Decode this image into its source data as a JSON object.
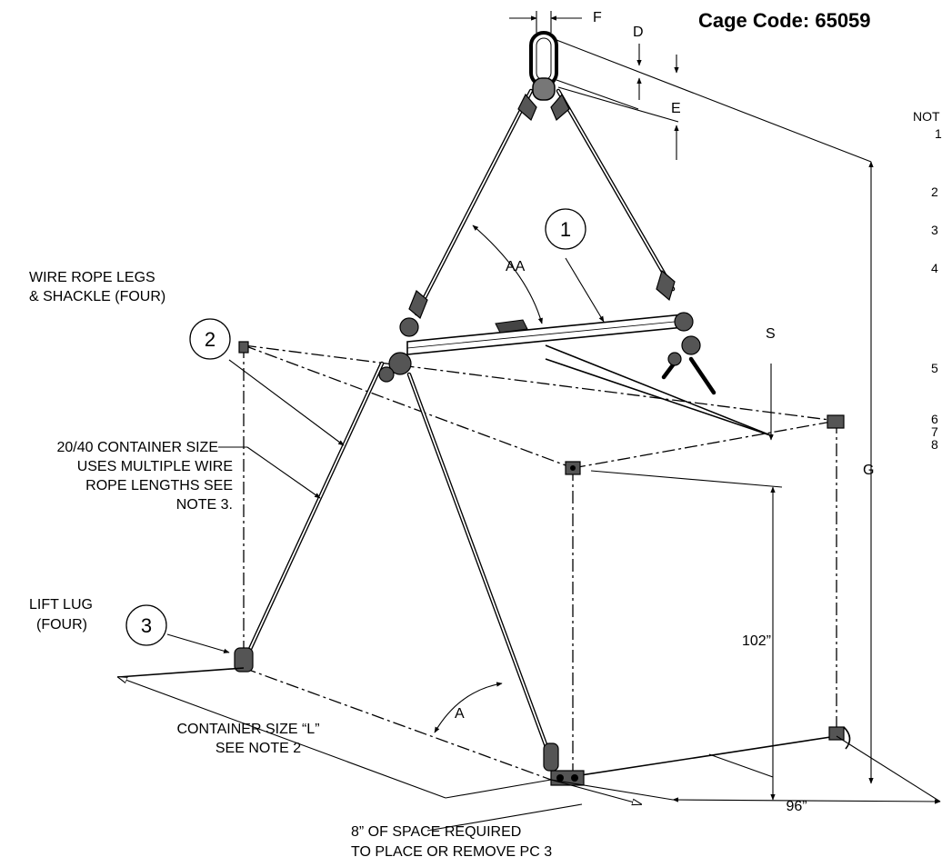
{
  "title": "Cage Code: 65059",
  "callouts": [
    {
      "id": "1",
      "label": "1"
    },
    {
      "id": "2",
      "label": "2"
    },
    {
      "id": "3",
      "label": "3"
    }
  ],
  "labels": {
    "wire_rope_1": "WIRE ROPE LEGS",
    "wire_rope_2": "& SHACKLE (FOUR)",
    "container_1": "20/40 CONTAINER SIZE",
    "container_2": "USES MULTIPLE WIRE",
    "container_3": "ROPE LENGTHS SEE",
    "container_4": "NOTE 3.",
    "lift_lug_1": "LIFT LUG",
    "lift_lug_2": "(FOUR)",
    "size_l_1": "CONTAINER SIZE “L”",
    "size_l_2": "SEE NOTE 2",
    "space_1": "8” OF SPACE REQUIRED",
    "space_2": "TO PLACE OR REMOVE PC 3"
  },
  "dimensions": {
    "F": "F",
    "D": "D",
    "E": "E",
    "G": "G",
    "S": "S",
    "AA": "AA",
    "A": "A",
    "height": "102”",
    "width": "96”"
  },
  "notes_partial": {
    "header": "NOT",
    "n1": "1",
    "n2": "2",
    "n3": "3",
    "n4": "4",
    "n5": "5",
    "n6": "6",
    "n7": "7",
    "n8": "8"
  }
}
